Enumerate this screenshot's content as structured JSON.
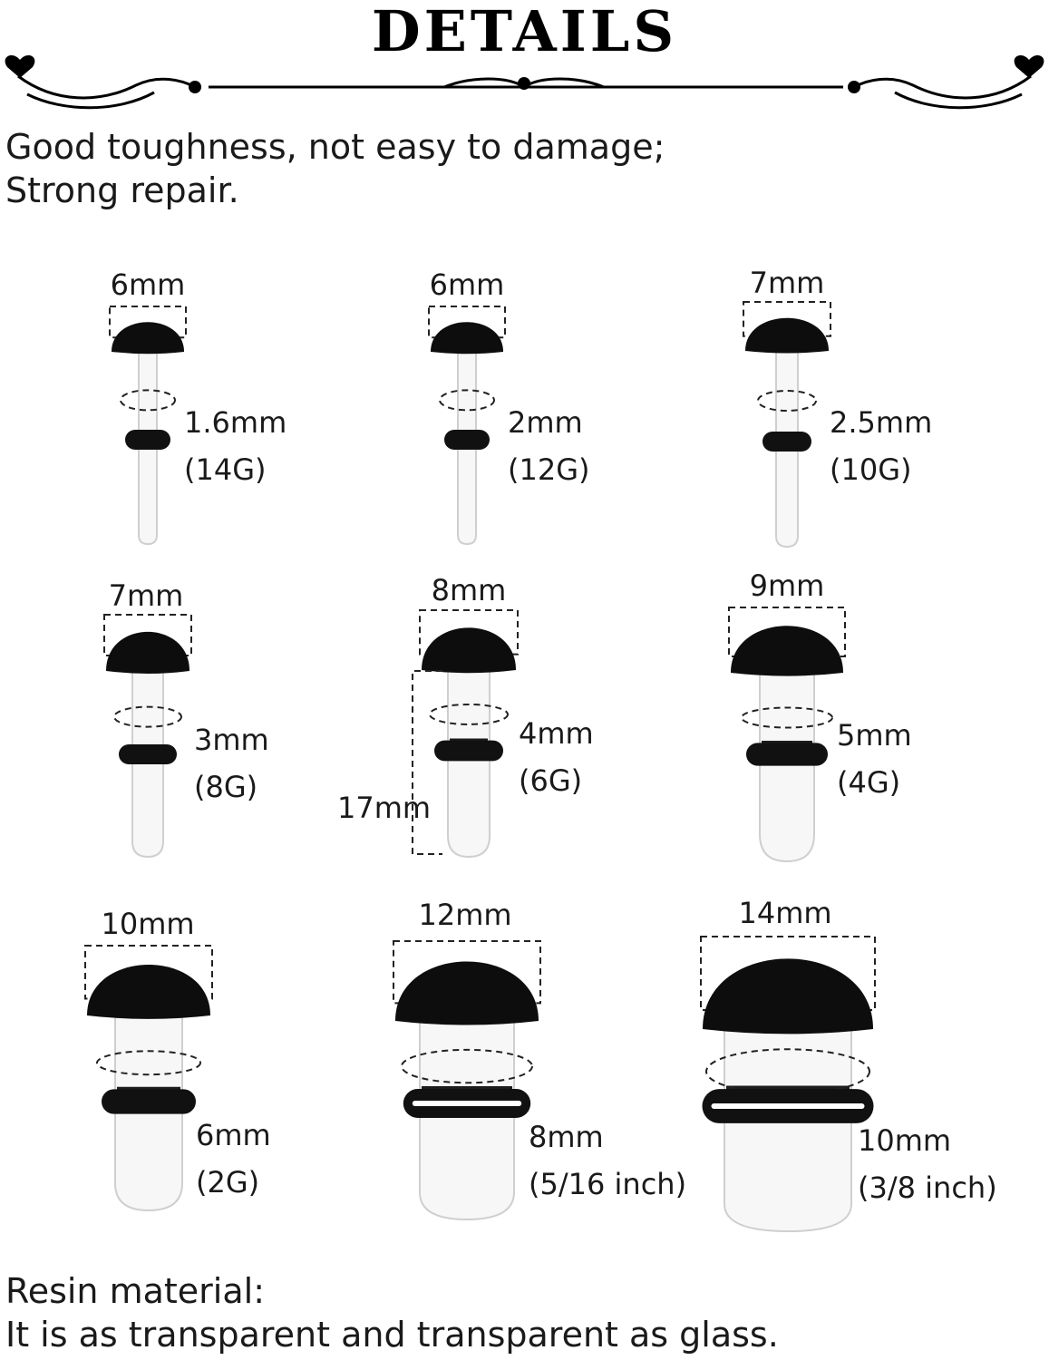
{
  "header": {
    "title": "DETAILS"
  },
  "intro": {
    "line1": "Good toughness, not easy to damage;",
    "line2": "Strong repair."
  },
  "plugs": [
    {
      "cap": "6mm",
      "size": "1.6mm",
      "gauge": "(14G)"
    },
    {
      "cap": "6mm",
      "size": "2mm",
      "gauge": "(12G)"
    },
    {
      "cap": "7mm",
      "size": "2.5mm",
      "gauge": "(10G)"
    },
    {
      "cap": "7mm",
      "size": "3mm",
      "gauge": "(8G)"
    },
    {
      "cap": "8mm",
      "size": "4mm",
      "gauge": "(6G)",
      "length": "17mm"
    },
    {
      "cap": "9mm",
      "size": "5mm",
      "gauge": "(4G)"
    },
    {
      "cap": "10mm",
      "size": "6mm",
      "gauge": "(2G)"
    },
    {
      "cap": "12mm",
      "size": "8mm",
      "gauge": "(5/16 inch)"
    },
    {
      "cap": "14mm",
      "size": "10mm",
      "gauge": "(3/8 inch)"
    }
  ],
  "outro": {
    "line1": "Resin material:",
    "line2": "It is as transparent and transparent as glass."
  },
  "colors": {
    "cap": "#0d0d0d",
    "ring": "#111111",
    "stem_outline": "#cfcfcf",
    "dashes": "#222222"
  }
}
